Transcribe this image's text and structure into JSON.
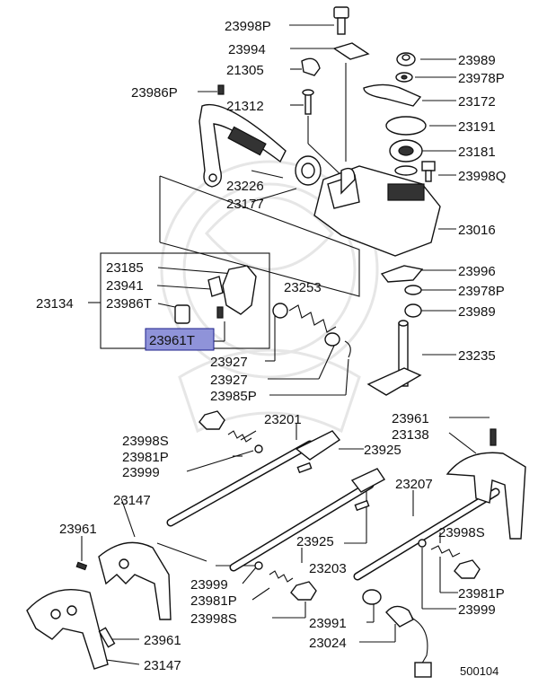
{
  "diagram_id": "500104",
  "highlighted_label": "23961T",
  "labels": {
    "l23998P": "23998P",
    "l23994": "23994",
    "l23989a": "23989",
    "l23978Pa": "23978P",
    "l21305": "21305",
    "l23986P": "23986P",
    "l23172": "23172",
    "l21312": "21312",
    "l23191": "23191",
    "l23181": "23181",
    "l23998Q": "23998Q",
    "l23226": "23226",
    "l23177": "23177",
    "l23016": "23016",
    "l23185": "23185",
    "l23941": "23941",
    "l23134": "23134",
    "l23986T": "23986T",
    "l23961T": "23961T",
    "l23253": "23253",
    "l23996": "23996",
    "l23978Pb": "23978P",
    "l23989b": "23989",
    "l23235": "23235",
    "l23927a": "23927",
    "l23927b": "23927",
    "l23985P": "23985P",
    "l23201": "23201",
    "l23961a": "23961",
    "l23138": "23138",
    "l23998Sa": "23998S",
    "l23925a": "23925",
    "l23981Pa": "23981P",
    "l23999a": "23999",
    "l23207": "23207",
    "l23147a": "23147",
    "l23961b": "23961",
    "l23925b": "23925",
    "l23998Sb": "23998S",
    "l23203": "23203",
    "l23999b": "23999",
    "l23981Pb": "23981P",
    "l23981Pc": "23981P",
    "l23998Sc": "23998S",
    "l23991": "23991",
    "l23999c": "23999",
    "l23024": "23024",
    "l23961c": "23961",
    "l23147b": "23147"
  }
}
